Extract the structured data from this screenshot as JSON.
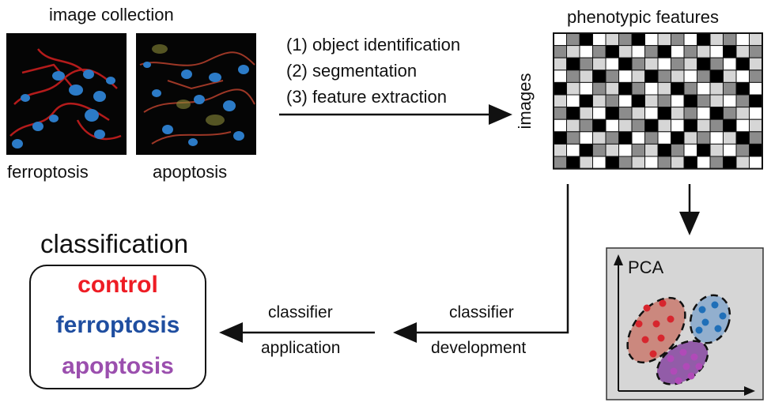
{
  "image_collection": {
    "title": "image collection",
    "labels": [
      "ferroptosis",
      "apoptosis"
    ]
  },
  "steps": [
    "(1) object identification",
    "(2) segmentation",
    "(3) feature extraction"
  ],
  "matrix": {
    "title": "phenotypic features",
    "row_axis_label": "images",
    "rows": [
      [
        0,
        2,
        3,
        0,
        1,
        2,
        3,
        0,
        1,
        2,
        0,
        3,
        1,
        2,
        0,
        1
      ],
      [
        2,
        1,
        0,
        2,
        3,
        1,
        0,
        2,
        3,
        0,
        2,
        1,
        0,
        3,
        1,
        2
      ],
      [
        1,
        3,
        2,
        1,
        0,
        3,
        2,
        1,
        0,
        2,
        1,
        3,
        2,
        0,
        3,
        1
      ],
      [
        0,
        2,
        1,
        3,
        2,
        0,
        1,
        3,
        2,
        1,
        0,
        2,
        3,
        1,
        0,
        2
      ],
      [
        3,
        1,
        0,
        2,
        1,
        3,
        2,
        0,
        1,
        3,
        2,
        0,
        1,
        2,
        3,
        0
      ],
      [
        1,
        0,
        3,
        1,
        2,
        0,
        3,
        1,
        2,
        0,
        3,
        2,
        1,
        0,
        2,
        3
      ],
      [
        2,
        3,
        1,
        0,
        3,
        2,
        1,
        0,
        3,
        1,
        2,
        0,
        3,
        2,
        1,
        0
      ],
      [
        0,
        1,
        2,
        3,
        0,
        1,
        2,
        3,
        1,
        0,
        3,
        1,
        2,
        3,
        0,
        1
      ],
      [
        3,
        2,
        0,
        1,
        2,
        3,
        0,
        2,
        0,
        3,
        1,
        2,
        0,
        1,
        3,
        2
      ],
      [
        1,
        0,
        3,
        2,
        1,
        0,
        2,
        1,
        3,
        2,
        0,
        3,
        1,
        0,
        2,
        3
      ],
      [
        2,
        3,
        1,
        0,
        3,
        2,
        1,
        0,
        2,
        1,
        3,
        0,
        2,
        3,
        1,
        0
      ]
    ],
    "colors": [
      "#ffffff",
      "#d6d6d6",
      "#8c8c8c",
      "#000000"
    ]
  },
  "pca": {
    "label": "PCA",
    "clusters": [
      {
        "name": "control",
        "color": "#c97a6e",
        "dot": "#d7262e"
      },
      {
        "name": "ferroptosis",
        "color": "#86a8cc",
        "dot": "#1f6fb8"
      },
      {
        "name": "apoptosis",
        "color": "#8b4fa3",
        "dot": "#b04ab8"
      }
    ]
  },
  "classifier_development": [
    "classifier",
    "development"
  ],
  "classifier_application": [
    "classifier",
    "application"
  ],
  "classification": {
    "title": "classification",
    "items": [
      {
        "label": "control",
        "color": "#ee1c24"
      },
      {
        "label": "ferroptosis",
        "color": "#1f4ea0"
      },
      {
        "label": "apoptosis",
        "color": "#9b4fae"
      }
    ]
  }
}
